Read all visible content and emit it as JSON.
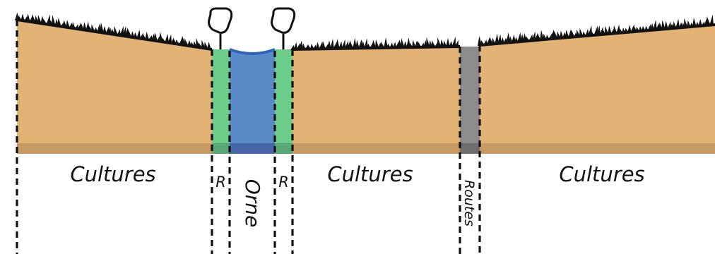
{
  "labels": {
    "cultures_left": "Cultures",
    "riparian_left": "R",
    "river": "Orne",
    "riparian_right": "R",
    "cultures_middle": "Cultures",
    "roads": "Routes",
    "cultures_right": "Cultures"
  },
  "colors": {
    "cultures_soil": "#e2b375",
    "soil_base_band": "#c69a62",
    "riparian_strip": "#6ccc8a",
    "river": "#5b8ac9",
    "river_surface": "#2f65bd",
    "road": "#8c8c8c",
    "grass": "#111111",
    "dashed_boundary": "#111111"
  },
  "icons": {
    "trees": [
      "tree-icon",
      "tree-icon"
    ],
    "grass": "grass-texture"
  }
}
